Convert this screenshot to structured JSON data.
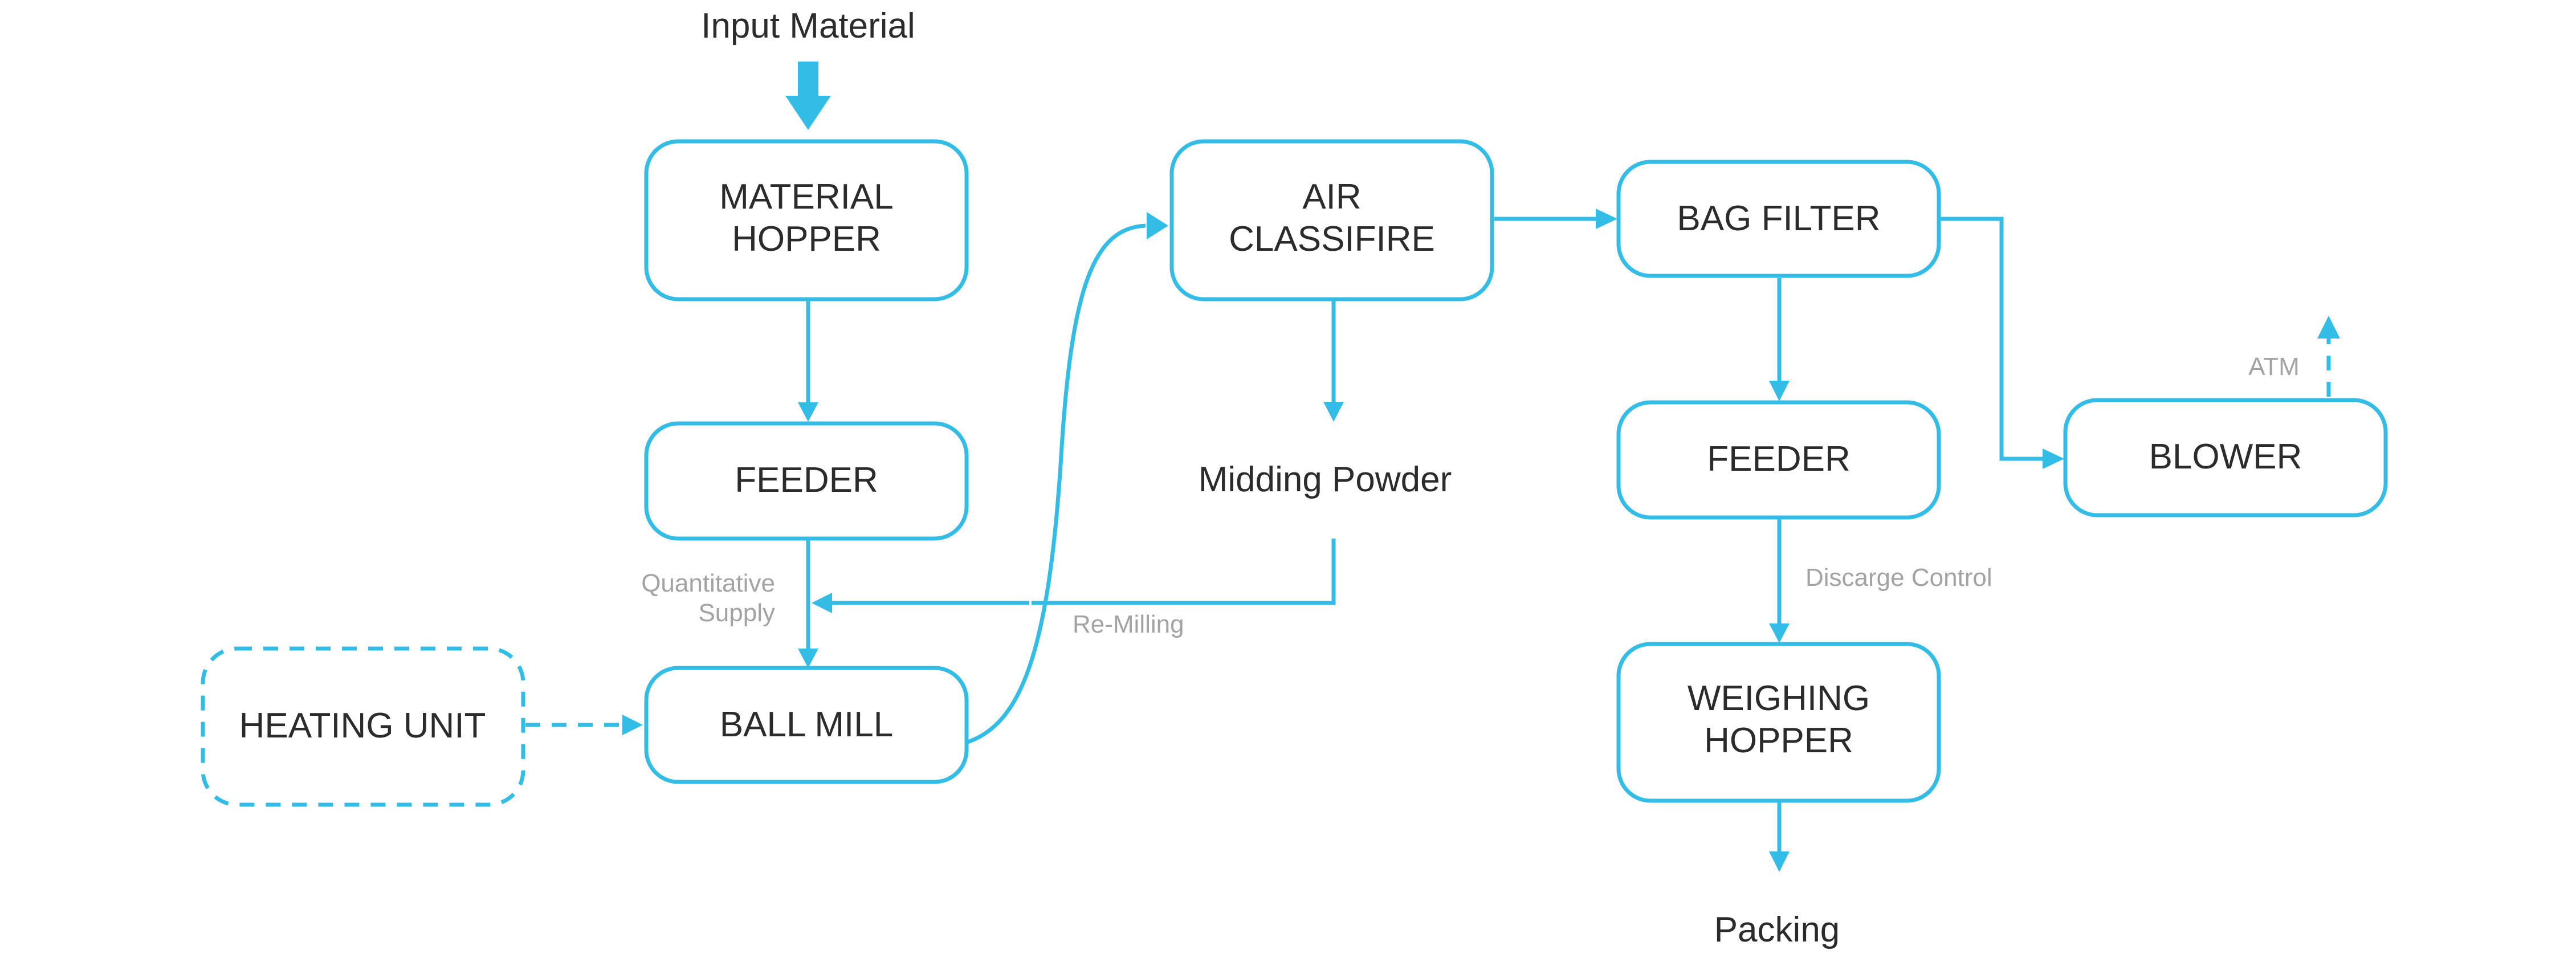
{
  "diagram": {
    "accent_color": "#33bde6",
    "text_color": "#2b2b2b",
    "label_color": "#a3a3a3",
    "input_label": "Input Material",
    "nodes": {
      "material_hopper": {
        "line1": "MATERIAL",
        "line2": "HOPPER"
      },
      "feeder_left": {
        "label": "FEEDER"
      },
      "heating_unit": {
        "label": "HEATING UNIT"
      },
      "ball_mill": {
        "label": "BALL MILL"
      },
      "air_classifire": {
        "line1": "AIR",
        "line2": "CLASSIFIRE"
      },
      "bag_filter": {
        "label": "BAG FILTER"
      },
      "feeder_right": {
        "label": "FEEDER"
      },
      "weighing_hopper": {
        "line1": "WEIGHING",
        "line2": "HOPPER"
      },
      "blower": {
        "label": "BLOWER"
      }
    },
    "outputs": {
      "midding_powder": "Midding Powder",
      "packing": "Packing"
    },
    "edge_labels": {
      "quantitative_line1": "Quantitative",
      "quantitative_line2": "Supply",
      "re_milling": "Re-Milling",
      "discharge_control": "Discarge Control",
      "atm": "ATM"
    }
  }
}
